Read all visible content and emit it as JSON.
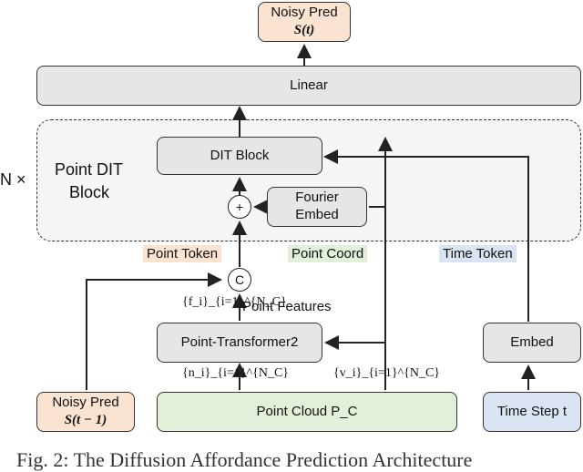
{
  "top_output": {
    "line1": "Noisy Pred",
    "line2": "S(t)"
  },
  "linear": {
    "label": "Linear"
  },
  "repeat_marker": "N ×",
  "dit_block_region": {
    "title_line1": "Point DIT",
    "title_line2": "Block"
  },
  "dit_block": {
    "label": "DIT Block"
  },
  "fourier_embed": {
    "line1": "Fourier",
    "line2": "Embed"
  },
  "plus_symbol": "+",
  "concat_symbol": "C",
  "tags": {
    "point_token": "Point Token",
    "point_coord": "Point Coord",
    "time_token": "Time Token"
  },
  "point_features": {
    "label": "Point Features",
    "math": "{f_i}_{i=1}^{N_C}"
  },
  "point_transformer": {
    "label": "Point-Transformer2"
  },
  "embed": {
    "label": "Embed"
  },
  "normals_math": "{n_i}_{i=1}^{N_C}",
  "velocity_math": "{v_i}_{i=1}^{N_C}",
  "noisy_input": {
    "line1": "Noisy Pred",
    "line2": "S(t − 1)"
  },
  "point_cloud": {
    "label": "Point Cloud P_C"
  },
  "time_step": {
    "label": "Time Step t"
  },
  "caption": "Fig. 2: The Diffusion Affordance Prediction Architecture"
}
